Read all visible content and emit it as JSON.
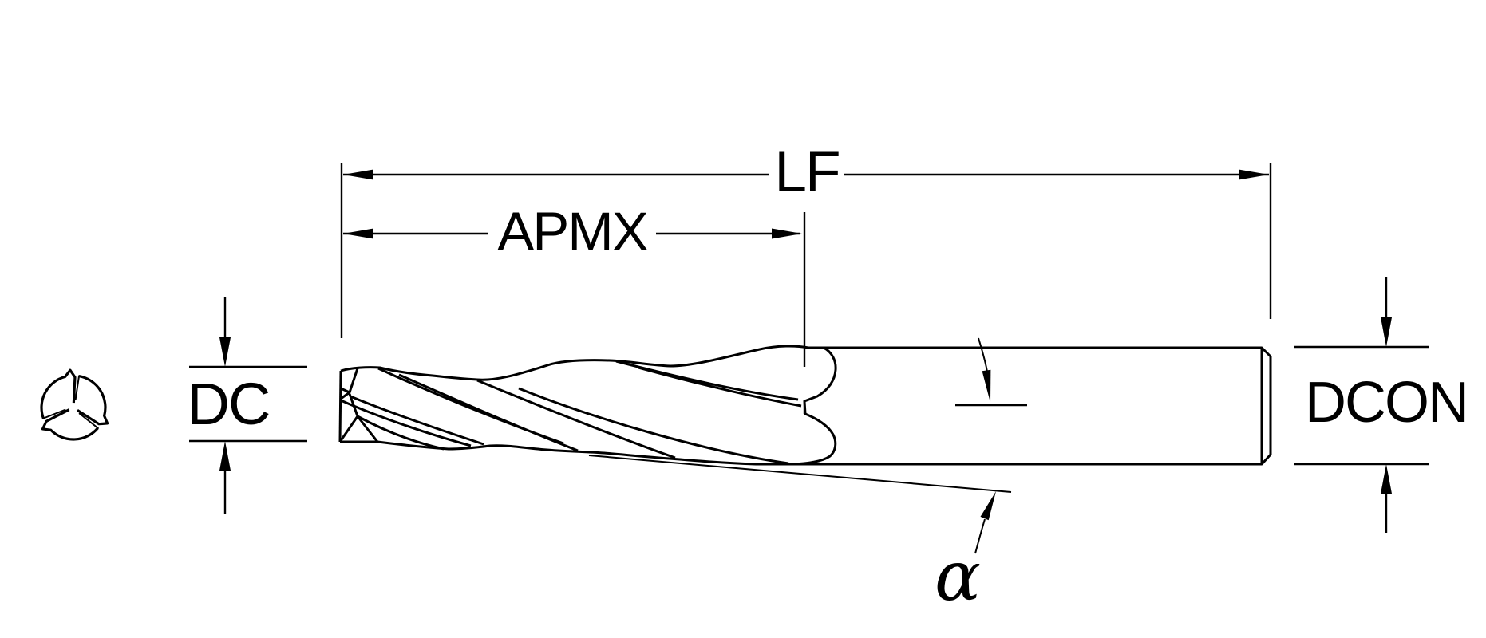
{
  "canvas": {
    "background": "#ffffff",
    "line_color": "#000000"
  },
  "diagram": {
    "type": "technical-dimension-drawing",
    "subject": "tapered end mill side view with end-view cross-section icon",
    "labels": {
      "lf": "LF",
      "apmx": "APMX",
      "dc": "DC",
      "dcon": "DCON",
      "alpha": "α"
    }
  },
  "icons": [
    {
      "name": "end-mill-end-view-icon",
      "glyph": "three-flute cutter cross-section"
    }
  ]
}
